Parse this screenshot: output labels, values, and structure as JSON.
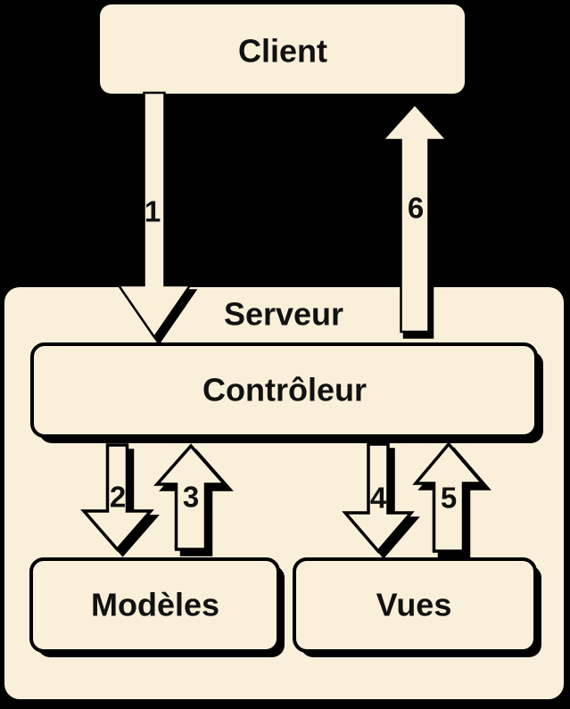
{
  "diagram": {
    "description": "MVC client-server architecture diagram (French)",
    "colors": {
      "background": "#000000",
      "box_fill": "#FAF0DA",
      "outline": "#000000",
      "text": "#111111"
    },
    "nodes": {
      "client": {
        "label": "Client"
      },
      "serveur": {
        "label": "Serveur"
      },
      "controleur": {
        "label": "Contrôleur"
      },
      "modeles": {
        "label": "Modèles"
      },
      "vues": {
        "label": "Vues"
      }
    },
    "arrows": [
      {
        "label": "1",
        "from": "Client",
        "to": "Contrôleur",
        "direction": "down"
      },
      {
        "label": "2",
        "from": "Contrôleur",
        "to": "Modèles",
        "direction": "down"
      },
      {
        "label": "3",
        "from": "Modèles",
        "to": "Contrôleur",
        "direction": "up"
      },
      {
        "label": "4",
        "from": "Contrôleur",
        "to": "Vues",
        "direction": "down"
      },
      {
        "label": "5",
        "from": "Vues",
        "to": "Contrôleur",
        "direction": "up"
      },
      {
        "label": "6",
        "from": "Serveur",
        "to": "Client",
        "direction": "up"
      }
    ]
  }
}
